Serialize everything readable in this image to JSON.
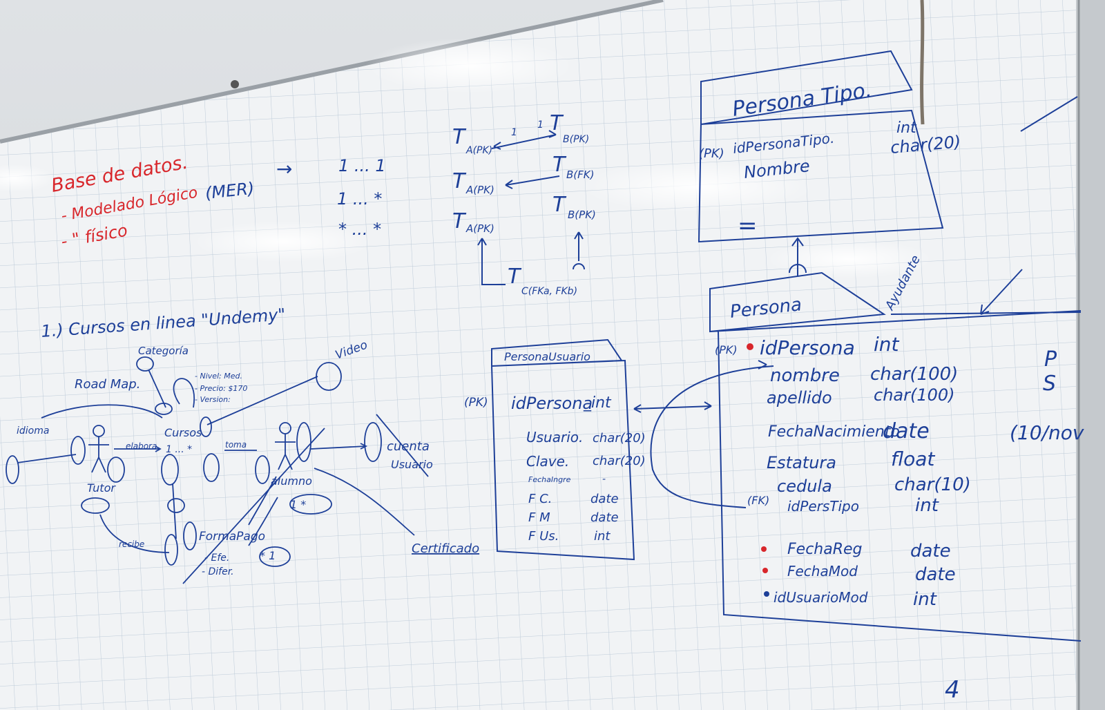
{
  "colors": {
    "red_marker": "#d8262b",
    "blue_marker": "#1d3f98",
    "board": "#f1f3f5",
    "grid": "#b9c7d6"
  },
  "red_notes": {
    "title": "Base de datos.",
    "line1": "- Modelado Lógico",
    "line2": "- \" físico"
  },
  "top_notes": {
    "mer": "(MER)",
    "arrow": "→",
    "card1": "1 ... 1",
    "card2": "1 ... *",
    "card3": "* ... *"
  },
  "relations": {
    "ta1": "T",
    "ta1_sub": "A(PK)",
    "tb1": "T",
    "tb1_sub": "B(PK)",
    "ta2": "T",
    "ta2_sub": "A(PK)",
    "tb2": "T",
    "tb2_sub": "B(FK)",
    "ta3": "T",
    "ta3_sub": "A(PK)",
    "tb3": "T",
    "tb3_sub": "B(PK)",
    "tc": "T",
    "tc_sub": "C(FKa, FKb)",
    "one1": "1",
    "one2": "1"
  },
  "diagram": {
    "heading": "1.) Cursos en linea \"Undemy\"",
    "categoria": "Categoría",
    "roadmap": "Road Map.",
    "nivel": "- Nivel: Med.",
    "precio": "- Precio: $170",
    "version": "- Version:",
    "video": "Video",
    "idioma": "idioma",
    "cursos": "Cursos",
    "elabora": "elabora",
    "toma": "toma",
    "tutor": "Tutor",
    "alumno": "alumno",
    "cuenta": "cuenta",
    "usuario": "Usuario",
    "cobro": "recibe",
    "formapago": "FormaPago",
    "efe": "- Efe.",
    "difer": "- Difer.",
    "certificado": "Certificado",
    "card_1x": "1 ... *",
    "one_star": "1 *",
    "star_one": "* 1"
  },
  "persona_usuario": {
    "title": "PersonaUsuario",
    "pk": "(PK)",
    "rows": [
      {
        "name": "idPersona",
        "type": "_int"
      },
      {
        "name": "Usuario.",
        "type": "char(20)"
      },
      {
        "name": "Clave.",
        "type": "char(20)"
      },
      {
        "name": "FechaIngre",
        "type": "-"
      },
      {
        "name": "F C.",
        "type": "date"
      },
      {
        "name": "F M",
        "type": "date"
      },
      {
        "name": "F Us.",
        "type": "int"
      }
    ]
  },
  "persona_tipo": {
    "title": "Persona Tipo.",
    "pk": "(PK)",
    "rows": [
      {
        "name": "idPersonaTipo.",
        "type": "int"
      },
      {
        "name": "Nombre",
        "type": "char(20)"
      }
    ],
    "mark": "="
  },
  "persona": {
    "title": "Persona",
    "side_label": "Ayudante",
    "pk": "(PK)",
    "fk": "(FK)",
    "rows": [
      {
        "name": "idPersona",
        "type": "int",
        "flag": ""
      },
      {
        "name": "nombre",
        "type": "char(100)",
        "flag": "P"
      },
      {
        "name": "apellido",
        "type": "char(100)",
        "flag": "S"
      },
      {
        "name": "FechaNacimiento",
        "type": "date",
        "flag": "(10/nov"
      },
      {
        "name": "Estatura",
        "type": "float",
        "flag": ""
      },
      {
        "name": "cedula",
        "type": "char(10)",
        "flag": ""
      },
      {
        "name": "idPersTipo",
        "type": "int",
        "flag": ""
      },
      {
        "name": "FechaReg",
        "type": "date",
        "flag": ""
      },
      {
        "name": "FechaMod",
        "type": "date",
        "flag": ""
      },
      {
        "name": "idUsuarioMod",
        "type": "int",
        "flag": ""
      }
    ]
  },
  "misc": {
    "bottom_mark": "4"
  }
}
